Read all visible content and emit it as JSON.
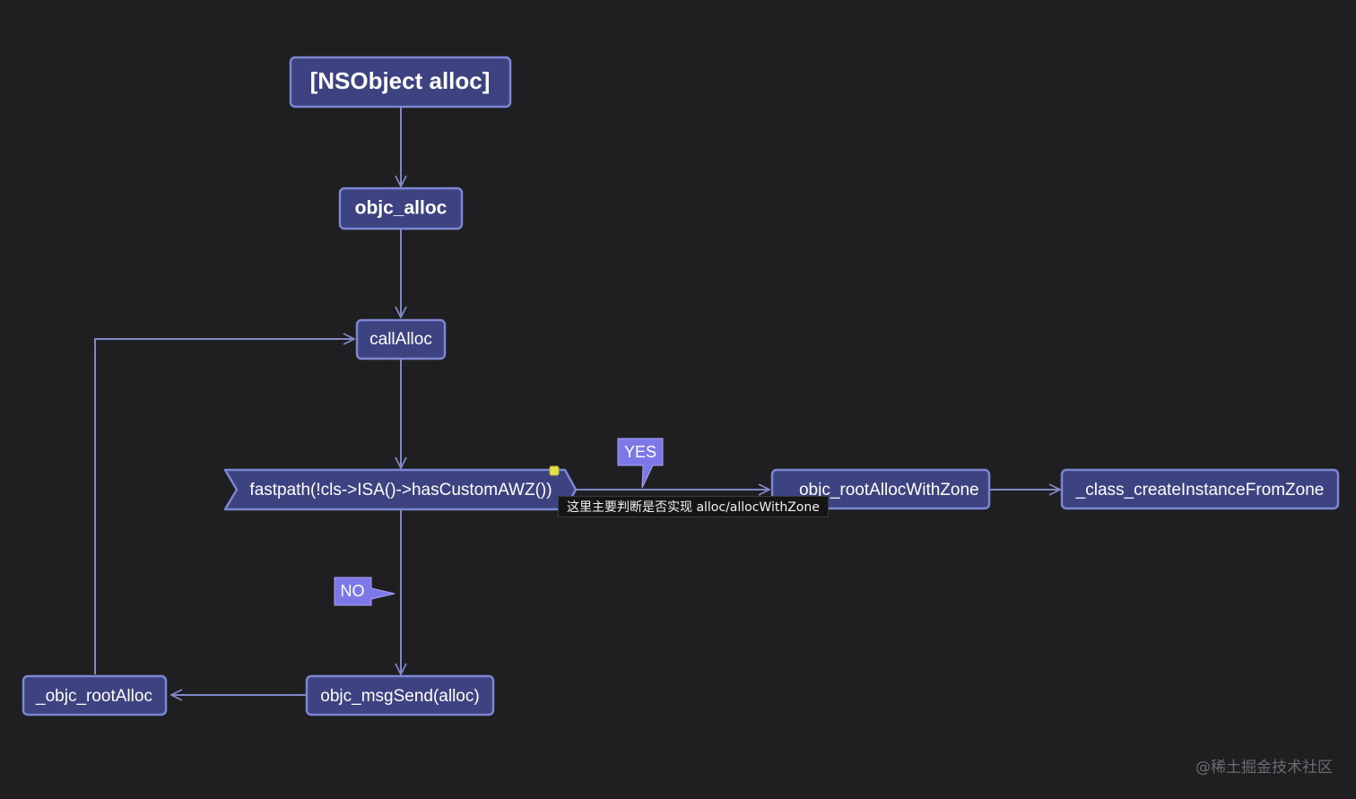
{
  "diagram": {
    "nodes": {
      "nsobject_alloc": "[NSObject alloc]",
      "objc_alloc": "objc_alloc",
      "call_alloc": "callAlloc",
      "fastpath": "fastpath(!cls->ISA()->hasCustomAWZ())",
      "objc_root_alloc_with_zone": "_objc_rootAllocWithZone",
      "class_create_instance": "_class_createInstanceFromZone",
      "objc_msg_send": "objc_msgSend(alloc)",
      "objc_root_alloc": "_objc_rootAlloc"
    },
    "labels": {
      "yes": "YES",
      "no": "NO"
    },
    "tooltip": "这里主要判断是否实现 alloc/allocWithZone",
    "watermark": "@稀土掘金技术社区"
  },
  "colors": {
    "background": "#1f1f21",
    "node_fill": "#3d4280",
    "node_border": "#7d86d0",
    "edge": "#8088c8",
    "label_fill": "#7d78e8",
    "note_marker": "#e6e04a"
  }
}
